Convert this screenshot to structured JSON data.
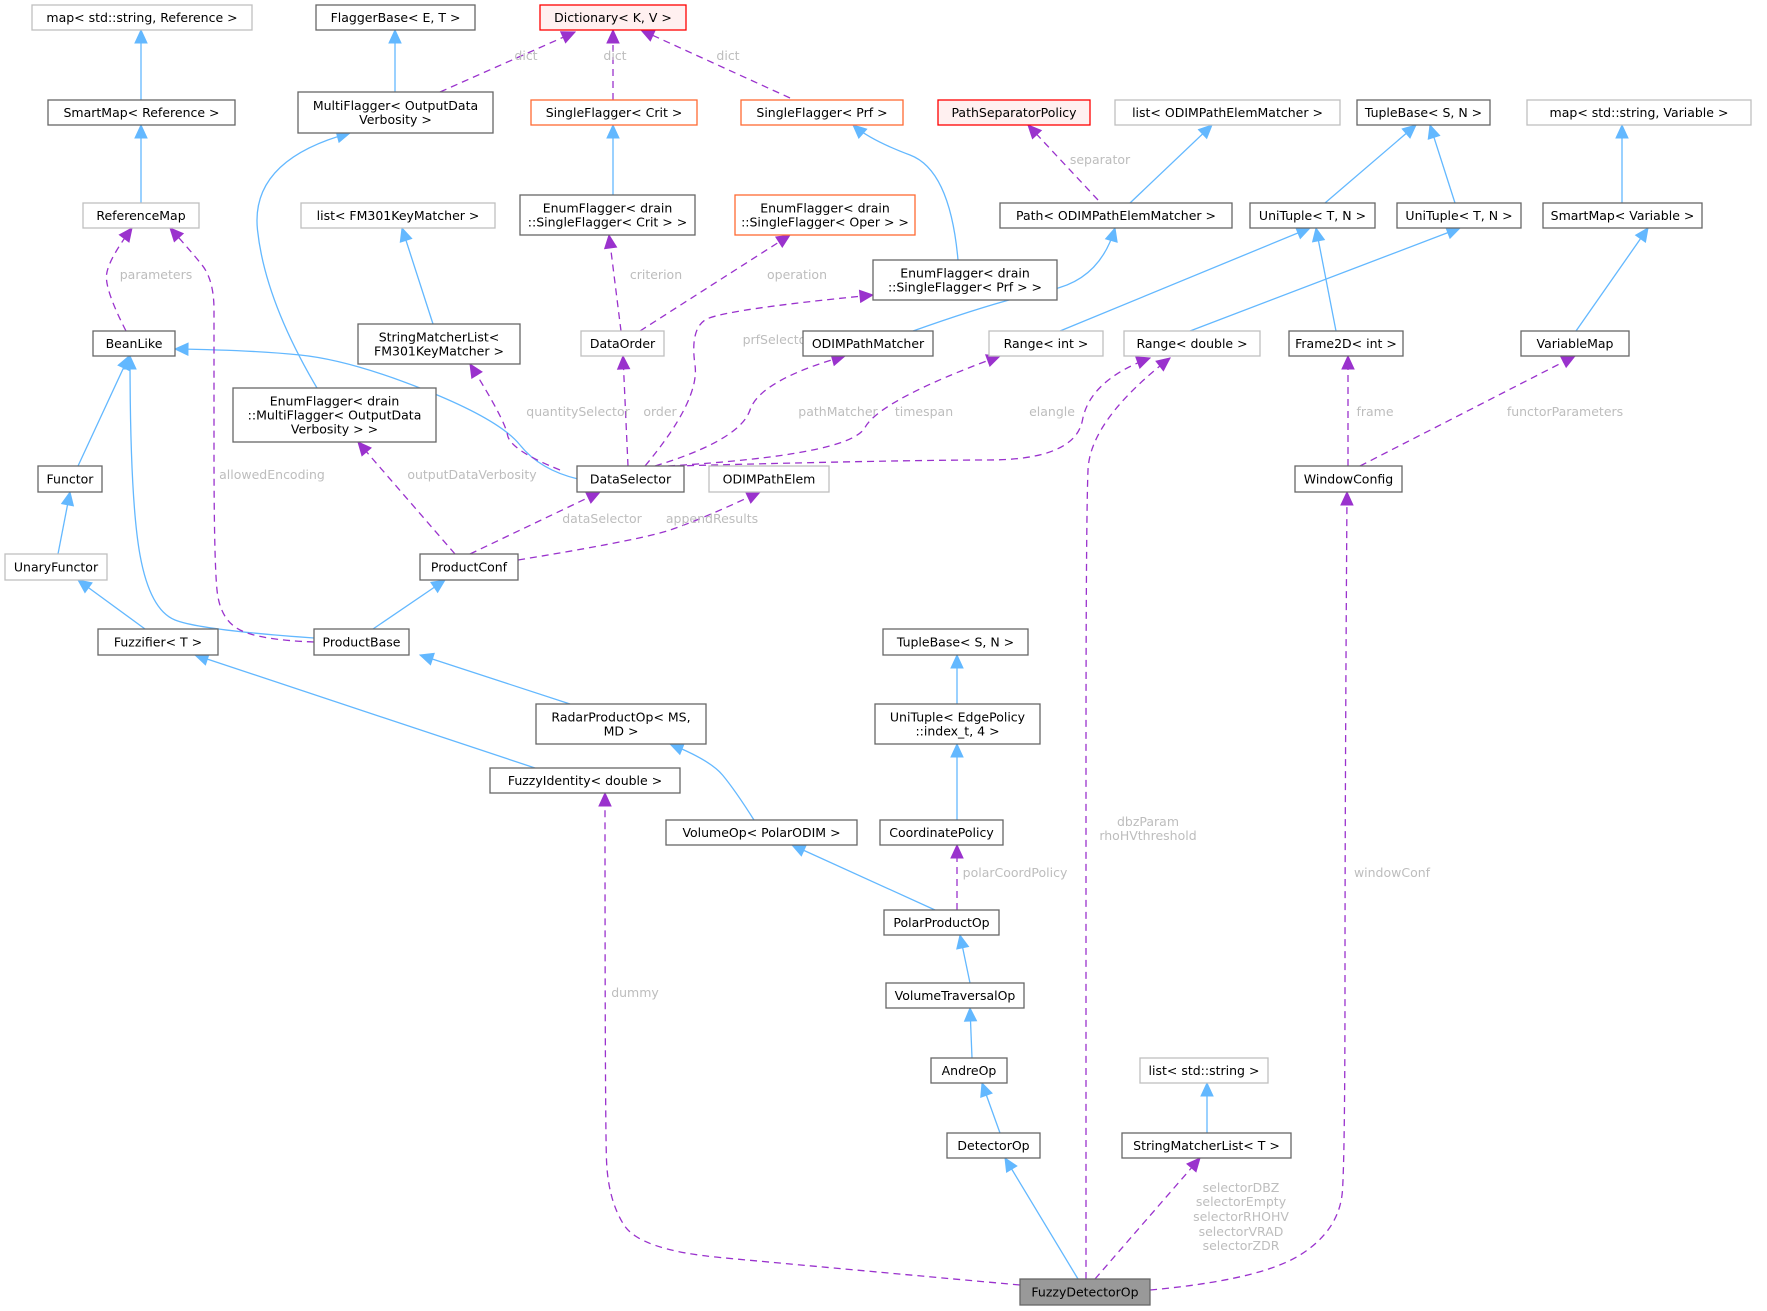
{
  "diagram": {
    "title": "FuzzyDetectorOp collaboration graph",
    "legend": {
      "inheritance_color": "#63b8ff",
      "usage_color": "#9a32cd",
      "label_color": "#bdbdbd"
    },
    "nodes": [
      {
        "id": "map_ref",
        "lines": [
          "map< std::string, Reference >"
        ],
        "style": "light"
      },
      {
        "id": "flaggerbase",
        "lines": [
          "FlaggerBase< E, T >"
        ],
        "style": "normal"
      },
      {
        "id": "dictionary",
        "lines": [
          "Dictionary< K, V >"
        ],
        "style": "red"
      },
      {
        "id": "smartmap_ref",
        "lines": [
          "SmartMap< Reference >"
        ],
        "style": "normal"
      },
      {
        "id": "multiflagger",
        "lines": [
          "MultiFlagger< OutputData",
          "Verbosity >"
        ],
        "style": "normal"
      },
      {
        "id": "singleflagger_crit",
        "lines": [
          "SingleFlagger< Crit >"
        ],
        "style": "orange"
      },
      {
        "id": "singleflagger_prf",
        "lines": [
          "SingleFlagger< Prf >"
        ],
        "style": "orange"
      },
      {
        "id": "pathseparatorpolicy",
        "lines": [
          "PathSeparatorPolicy"
        ],
        "style": "red"
      },
      {
        "id": "list_odimpathelemmatcher",
        "lines": [
          "list< ODIMPathElemMatcher >"
        ],
        "style": "light"
      },
      {
        "id": "tuplebase1",
        "lines": [
          "TupleBase< S, N >"
        ],
        "style": "normal"
      },
      {
        "id": "map_var",
        "lines": [
          "map< std::string, Variable >"
        ],
        "style": "light"
      },
      {
        "id": "referencemap",
        "lines": [
          "ReferenceMap"
        ],
        "style": "light"
      },
      {
        "id": "list_fm301",
        "lines": [
          "list< FM301KeyMatcher >"
        ],
        "style": "light"
      },
      {
        "id": "enumflagger_crit",
        "lines": [
          "EnumFlagger< drain",
          "::SingleFlagger< Crit > >"
        ],
        "style": "normal"
      },
      {
        "id": "enumflagger_oper",
        "lines": [
          "EnumFlagger< drain",
          "::SingleFlagger< Oper > >"
        ],
        "style": "orange"
      },
      {
        "id": "path_odim",
        "lines": [
          "Path< ODIMPathElemMatcher >"
        ],
        "style": "normal"
      },
      {
        "id": "unituple1",
        "lines": [
          "UniTuple< T, N >"
        ],
        "style": "normal"
      },
      {
        "id": "unituple2",
        "lines": [
          "UniTuple< T, N >"
        ],
        "style": "normal"
      },
      {
        "id": "smartmap_var",
        "lines": [
          "SmartMap< Variable >"
        ],
        "style": "normal"
      },
      {
        "id": "enumflagger_prf",
        "lines": [
          "EnumFlagger< drain",
          "::SingleFlagger< Prf > >"
        ],
        "style": "normal"
      },
      {
        "id": "beanlike",
        "lines": [
          "BeanLike"
        ],
        "style": "normal"
      },
      {
        "id": "stringmatcherlist_fm301",
        "lines": [
          "StringMatcherList<",
          "FM301KeyMatcher >"
        ],
        "style": "normal"
      },
      {
        "id": "dataorder",
        "lines": [
          "DataOrder"
        ],
        "style": "light"
      },
      {
        "id": "odimpathmatcher",
        "lines": [
          "ODIMPathMatcher"
        ],
        "style": "normal"
      },
      {
        "id": "range_int",
        "lines": [
          "Range< int >"
        ],
        "style": "light"
      },
      {
        "id": "range_double",
        "lines": [
          "Range< double >"
        ],
        "style": "light"
      },
      {
        "id": "frame2d",
        "lines": [
          "Frame2D< int >"
        ],
        "style": "normal"
      },
      {
        "id": "variablemap",
        "lines": [
          "VariableMap"
        ],
        "style": "normal"
      },
      {
        "id": "enumflagger_multi",
        "lines": [
          "EnumFlagger< drain",
          "::MultiFlagger< OutputData",
          "Verbosity > >"
        ],
        "style": "normal"
      },
      {
        "id": "functor",
        "lines": [
          "Functor"
        ],
        "style": "normal"
      },
      {
        "id": "dataselector",
        "lines": [
          "DataSelector"
        ],
        "style": "normal"
      },
      {
        "id": "odimpathelem",
        "lines": [
          "ODIMPathElem"
        ],
        "style": "light"
      },
      {
        "id": "windowconfig",
        "lines": [
          "WindowConfig"
        ],
        "style": "normal"
      },
      {
        "id": "unaryfunctor",
        "lines": [
          "UnaryFunctor"
        ],
        "style": "light"
      },
      {
        "id": "productconf",
        "lines": [
          "ProductConf"
        ],
        "style": "normal"
      },
      {
        "id": "fuzzifier",
        "lines": [
          "Fuzzifier< T >"
        ],
        "style": "normal"
      },
      {
        "id": "productbase",
        "lines": [
          "ProductBase"
        ],
        "style": "normal"
      },
      {
        "id": "tuplebase2",
        "lines": [
          "TupleBase< S, N >"
        ],
        "style": "normal"
      },
      {
        "id": "radarproductop",
        "lines": [
          "RadarProductOp< MS,",
          "MD >"
        ],
        "style": "normal"
      },
      {
        "id": "unituple_edge",
        "lines": [
          "UniTuple< EdgePolicy",
          "::index_t, 4 >"
        ],
        "style": "normal"
      },
      {
        "id": "fuzzyidentity",
        "lines": [
          "FuzzyIdentity< double >"
        ],
        "style": "normal"
      },
      {
        "id": "volumeop",
        "lines": [
          "VolumeOp< PolarODIM >"
        ],
        "style": "normal"
      },
      {
        "id": "coordinatepolicy",
        "lines": [
          "CoordinatePolicy"
        ],
        "style": "normal"
      },
      {
        "id": "polarproductop",
        "lines": [
          "PolarProductOp"
        ],
        "style": "normal"
      },
      {
        "id": "volumetraversalop",
        "lines": [
          "VolumeTraversalOp"
        ],
        "style": "normal"
      },
      {
        "id": "andreop",
        "lines": [
          "AndreOp"
        ],
        "style": "normal"
      },
      {
        "id": "list_string",
        "lines": [
          "list< std::string >"
        ],
        "style": "light"
      },
      {
        "id": "detectorop",
        "lines": [
          "DetectorOp"
        ],
        "style": "normal"
      },
      {
        "id": "stringmatcherlist_t",
        "lines": [
          "StringMatcherList< T >"
        ],
        "style": "normal"
      },
      {
        "id": "fuzzydetectorop",
        "lines": [
          "FuzzyDetectorOp"
        ],
        "style": "focus"
      }
    ],
    "edges": [
      {
        "from": "smartmap_ref",
        "to": "map_ref",
        "kind": "inherit"
      },
      {
        "from": "referencemap",
        "to": "smartmap_ref",
        "kind": "inherit"
      },
      {
        "from": "multiflagger",
        "to": "flaggerbase",
        "kind": "inherit"
      },
      {
        "from": "multiflagger",
        "to": "dictionary",
        "kind": "use",
        "label": [
          "dict"
        ]
      },
      {
        "from": "singleflagger_crit",
        "to": "dictionary",
        "kind": "use",
        "label": [
          "dict"
        ]
      },
      {
        "from": "singleflagger_prf",
        "to": "dictionary",
        "kind": "use",
        "label": [
          "dict"
        ]
      },
      {
        "from": "enumflagger_crit",
        "to": "singleflagger_crit",
        "kind": "inherit"
      },
      {
        "from": "enumflagger_prf",
        "to": "singleflagger_prf",
        "kind": "inherit"
      },
      {
        "from": "path_odim",
        "to": "pathseparatorpolicy",
        "kind": "use",
        "label": [
          "separator"
        ]
      },
      {
        "from": "path_odim",
        "to": "list_odimpathelemmatcher",
        "kind": "inherit"
      },
      {
        "from": "unituple1",
        "to": "tuplebase1",
        "kind": "inherit"
      },
      {
        "from": "unituple2",
        "to": "tuplebase1",
        "kind": "inherit"
      },
      {
        "from": "smartmap_var",
        "to": "map_var",
        "kind": "inherit"
      },
      {
        "from": "beanlike",
        "to": "referencemap",
        "kind": "use",
        "label": [
          "parameters"
        ]
      },
      {
        "from": "stringmatcherlist_fm301",
        "to": "list_fm301",
        "kind": "inherit"
      },
      {
        "from": "dataorder",
        "to": "enumflagger_crit",
        "kind": "use",
        "label": [
          "criterion"
        ]
      },
      {
        "from": "dataorder",
        "to": "enumflagger_oper",
        "kind": "use",
        "label": [
          "operation"
        ]
      },
      {
        "from": "odimpathmatcher",
        "to": "path_odim",
        "kind": "inherit"
      },
      {
        "from": "range_int",
        "to": "unituple1",
        "kind": "inherit"
      },
      {
        "from": "range_double",
        "to": "unituple2",
        "kind": "inherit"
      },
      {
        "from": "frame2d",
        "to": "unituple1",
        "kind": "inherit"
      },
      {
        "from": "variablemap",
        "to": "smartmap_var",
        "kind": "inherit"
      },
      {
        "from": "enumflagger_multi",
        "to": "multiflagger",
        "kind": "inherit"
      },
      {
        "from": "functor",
        "to": "beanlike",
        "kind": "inherit"
      },
      {
        "from": "dataselector",
        "to": "beanlike",
        "kind": "inherit"
      },
      {
        "from": "dataselector",
        "to": "stringmatcherlist_fm301",
        "kind": "use",
        "label": [
          "quantitySelector"
        ]
      },
      {
        "from": "dataselector",
        "to": "dataorder",
        "kind": "use",
        "label": [
          "order"
        ]
      },
      {
        "from": "dataselector",
        "to": "enumflagger_prf",
        "kind": "use",
        "label": [
          "prfSelector"
        ]
      },
      {
        "from": "dataselector",
        "to": "odimpathmatcher",
        "kind": "use",
        "label": [
          "pathMatcher"
        ]
      },
      {
        "from": "dataselector",
        "to": "range_int",
        "kind": "use",
        "label": [
          "timespan"
        ]
      },
      {
        "from": "dataselector",
        "to": "range_double",
        "kind": "use",
        "label": [
          "elangle"
        ]
      },
      {
        "from": "windowconfig",
        "to": "frame2d",
        "kind": "use",
        "label": [
          "frame"
        ]
      },
      {
        "from": "windowconfig",
        "to": "variablemap",
        "kind": "use",
        "label": [
          "functorParameters"
        ]
      },
      {
        "from": "unaryfunctor",
        "to": "functor",
        "kind": "inherit"
      },
      {
        "from": "productconf",
        "to": "enumflagger_multi",
        "kind": "use",
        "label": [
          "outputDataVerbosity"
        ]
      },
      {
        "from": "productconf",
        "to": "dataselector",
        "kind": "use",
        "label": [
          "dataSelector"
        ]
      },
      {
        "from": "productconf",
        "to": "odimpathelem",
        "kind": "use",
        "label": [
          "appendResults"
        ]
      },
      {
        "from": "fuzzifier",
        "to": "unaryfunctor",
        "kind": "inherit"
      },
      {
        "from": "productbase",
        "to": "productconf",
        "kind": "inherit"
      },
      {
        "from": "productbase",
        "to": "beanlike",
        "kind": "inherit"
      },
      {
        "from": "productbase",
        "to": "referencemap",
        "kind": "use",
        "label": [
          "allowedEncoding"
        ]
      },
      {
        "from": "radarproductop",
        "to": "productbase",
        "kind": "inherit"
      },
      {
        "from": "unituple_edge",
        "to": "tuplebase2",
        "kind": "inherit"
      },
      {
        "from": "fuzzyidentity",
        "to": "fuzzifier",
        "kind": "inherit"
      },
      {
        "from": "volumeop",
        "to": "radarproductop",
        "kind": "inherit"
      },
      {
        "from": "coordinatepolicy",
        "to": "unituple_edge",
        "kind": "inherit"
      },
      {
        "from": "polarproductop",
        "to": "volumeop",
        "kind": "inherit"
      },
      {
        "from": "polarproductop",
        "to": "coordinatepolicy",
        "kind": "use",
        "label": [
          "polarCoordPolicy"
        ]
      },
      {
        "from": "volumetraversalop",
        "to": "polarproductop",
        "kind": "inherit"
      },
      {
        "from": "andreop",
        "to": "volumetraversalop",
        "kind": "inherit"
      },
      {
        "from": "detectorop",
        "to": "andreop",
        "kind": "inherit"
      },
      {
        "from": "stringmatcherlist_t",
        "to": "list_string",
        "kind": "inherit"
      },
      {
        "from": "fuzzydetectorop",
        "to": "detectorop",
        "kind": "inherit"
      },
      {
        "from": "fuzzydetectorop",
        "to": "fuzzyidentity",
        "kind": "use",
        "label": [
          "dummy"
        ]
      },
      {
        "from": "fuzzydetectorop",
        "to": "range_double",
        "kind": "use",
        "label": [
          "dbzParam",
          "rhoHVthreshold"
        ]
      },
      {
        "from": "fuzzydetectorop",
        "to": "stringmatcherlist_t",
        "kind": "use",
        "label": [
          "selectorDBZ",
          "selectorEmpty",
          "selectorRHOHV",
          "selectorVRAD",
          "selectorZDR"
        ]
      },
      {
        "from": "fuzzydetectorop",
        "to": "windowconfig",
        "kind": "use",
        "label": [
          "windowConf"
        ]
      }
    ]
  }
}
